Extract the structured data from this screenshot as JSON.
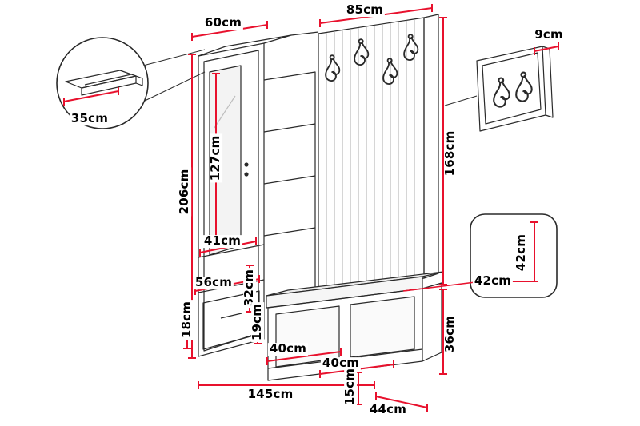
{
  "meta": {
    "description": "Hallway furniture set dimension diagram",
    "unit": "cm",
    "accent_color": "#e8112d",
    "line_color": "#2a2a2a"
  },
  "labels": {
    "wardrobe_depth": "60cm",
    "panel_width": "85cm",
    "wall_panel_depth": "9cm",
    "total_height": "206cm",
    "mirror_height": "127cm",
    "inner_width_upper": "41cm",
    "lower_section_width": "56cm",
    "shelf_height": "32cm",
    "drawer_height": "18cm",
    "bench_opening_height": "19cm",
    "bench_opening_width_left": "40cm",
    "bench_opening_width_right": "40cm",
    "panel_height": "168cm",
    "bench_height": "36cm",
    "plinth_height": "15cm",
    "total_width": "145cm",
    "bench_depth": "44cm",
    "detail_handle_length": "35cm",
    "seat_detail_height": "42cm",
    "seat_detail_width": "42cm"
  }
}
